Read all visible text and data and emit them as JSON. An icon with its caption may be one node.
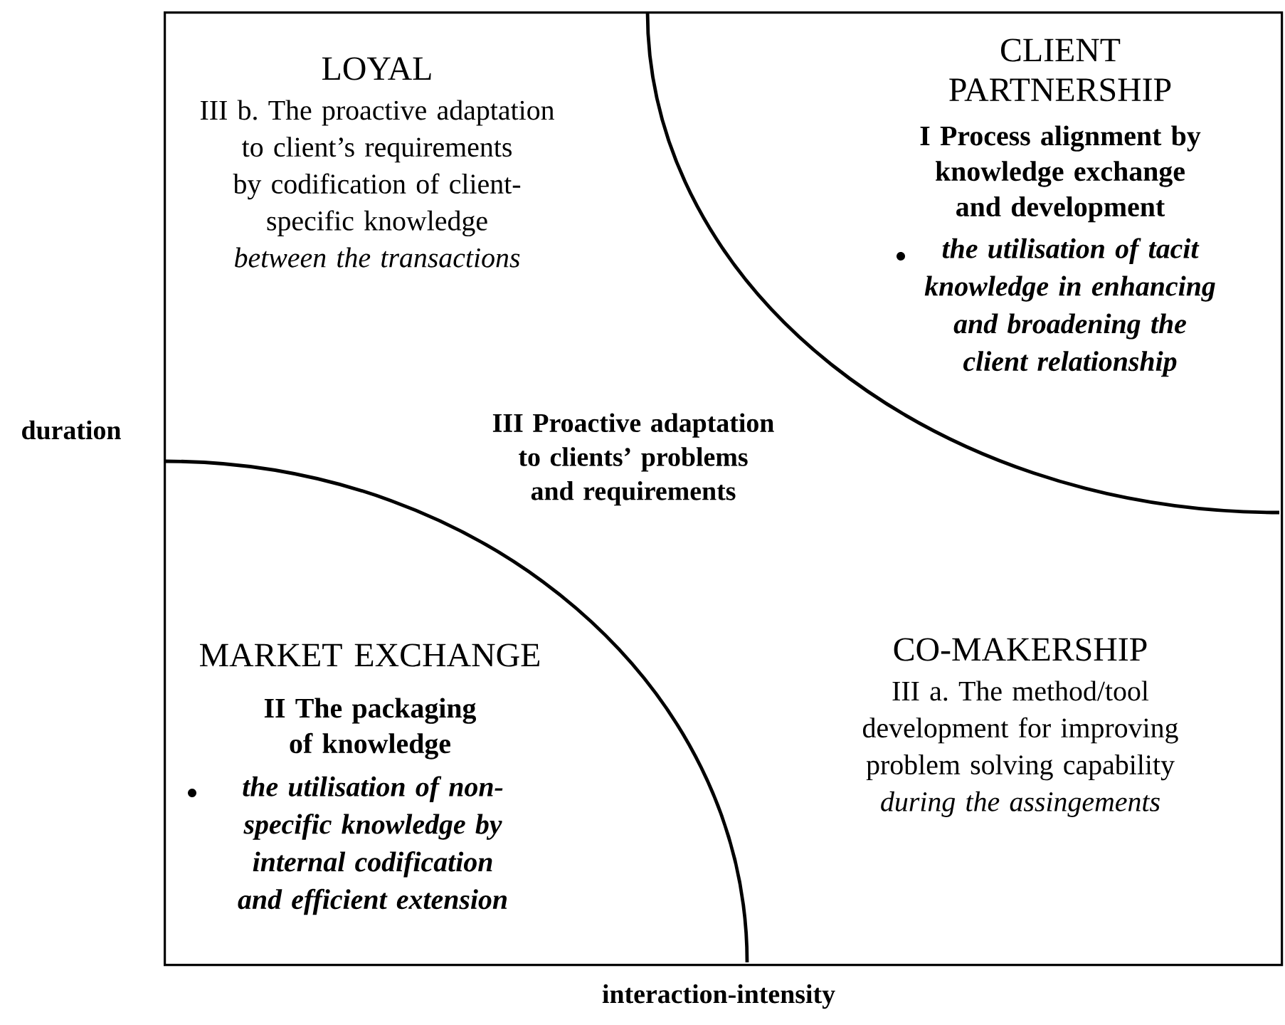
{
  "diagram": {
    "nodes": [
      {
        "text": [
          "LOYAL",
          "III b. The proactive adaptation to client’s requirements by codification of client-specific knowledge *between the transactions*",
          "CO-MAKERSHIP",
          "III a. The method/tool development for improving problem solving capability *during the assingements*"
        ]
      },
      {
        "text": [
          "CLIENT PARTNERSHIP",
          "I Process alignment by knowledge exchange and development",
          "the utilisation of tacit knowledge in enhancing and broadening the client relationship"
        ],
        "in": 0
      },
      {
        "text": [
          "MARKET EXCHANGE",
          "II The packaging of knowledge",
          "the utilisation of non-specific knowledge by internal codification and efficient extension"
        ],
        "in": 0
      }
    ],
    "edges": [],
    "labels": [
      "duration",
      "III Proactive adaptation to clients’ problems and requirements",
      "interaction-intensity"
    ]
  }
}
